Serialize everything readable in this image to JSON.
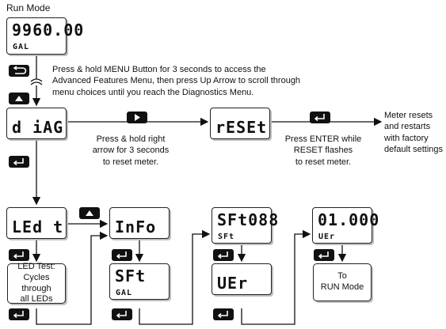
{
  "run_mode_label": "Run Mode",
  "displays": {
    "run": {
      "main": "9960.00",
      "sub": "GAL"
    },
    "diag": {
      "main": "d iAG"
    },
    "reset": {
      "main": "rESEt"
    },
    "led": {
      "main": "LEd  t"
    },
    "info": {
      "main": "InFo"
    },
    "sft_type": {
      "main": "SFt",
      "sub": "GAL"
    },
    "sft_num": {
      "main": "SFt088",
      "sub": "SFt"
    },
    "ver_screen": {
      "main": "UEr"
    },
    "ver_num": {
      "main": "01.000",
      "sub": "UEr"
    }
  },
  "notes": {
    "menu_line1": "Press & hold MENU Button for 3 seconds to access the",
    "menu_line2": "Advanced Features Menu, then press Up Arrow to scroll through",
    "menu_line3": "menu choices until you reach the Diagnostics Menu.",
    "right_line1": "Press & hold right",
    "right_line2": "arrow for 3 seconds",
    "right_line3": "to reset meter.",
    "enter_line1": "Press ENTER while",
    "enter_line2": "RESET flashes",
    "enter_line3": "to reset meter.",
    "resets_line1": "Meter resets",
    "resets_line2": "and restarts",
    "resets_line3": "with factory",
    "resets_line4": "default settings"
  },
  "boxes": {
    "led_test_line1": "LED Test:",
    "led_test_line2": "Cycles through",
    "led_test_line3": "all LEDs",
    "to_line1": "To",
    "to_line2": "RUN Mode"
  },
  "buttons": [
    "menu-icon",
    "up-arrow-icon",
    "right-arrow-icon",
    "enter-icon",
    "enter-icon",
    "enter-icon",
    "up-arrow-icon",
    "enter-icon",
    "enter-icon",
    "enter-icon",
    "enter-icon",
    "enter-icon",
    "enter-icon",
    "enter-icon"
  ]
}
